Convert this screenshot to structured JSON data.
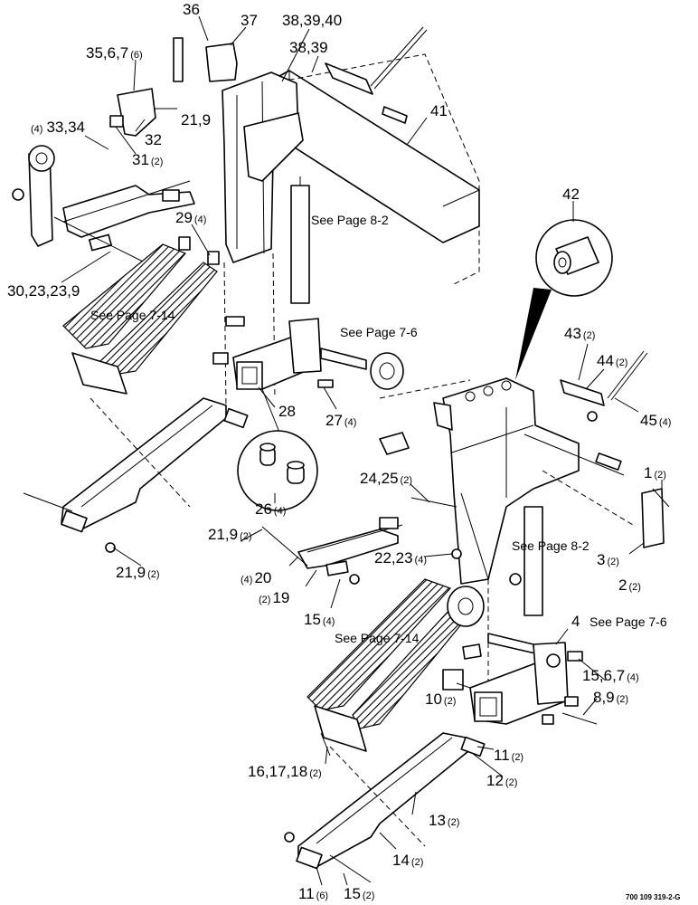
{
  "callouts": [
    {
      "text": "36",
      "qty": ""
    },
    {
      "text": "37",
      "qty": ""
    },
    {
      "text": "38,39,40",
      "qty": ""
    },
    {
      "text": "38,39",
      "qty": ""
    },
    {
      "text": "35,6,7",
      "qty": "(6)"
    },
    {
      "text": "33,34",
      "qty": "(4)"
    },
    {
      "text": "21,9",
      "qty": ""
    },
    {
      "text": "32",
      "qty": ""
    },
    {
      "text": "31",
      "qty": "(2)"
    },
    {
      "text": "41",
      "qty": ""
    },
    {
      "text": "29",
      "qty": "(4)"
    },
    {
      "text": "30,23,23,9",
      "qty": ""
    },
    {
      "text": "42",
      "qty": ""
    },
    {
      "text": "28",
      "qty": ""
    },
    {
      "text": "27",
      "qty": "(4)"
    },
    {
      "text": "26",
      "qty": "(4)"
    },
    {
      "text": "43",
      "qty": "(2)"
    },
    {
      "text": "44",
      "qty": "(2)"
    },
    {
      "text": "45",
      "qty": "(4)"
    },
    {
      "text": "24,25",
      "qty": "(2)"
    },
    {
      "text": "1",
      "qty": "(2)"
    },
    {
      "text": "21,9",
      "qty": "(2)"
    },
    {
      "text": "21,9",
      "qty": "(2)"
    },
    {
      "text": "20",
      "qty": "(4)"
    },
    {
      "text": "19",
      "qty": "(2)"
    },
    {
      "text": "22,23",
      "qty": "(4)"
    },
    {
      "text": "3",
      "qty": "(2)"
    },
    {
      "text": "2",
      "qty": "(2)"
    },
    {
      "text": "15",
      "qty": "(4)"
    },
    {
      "text": "4",
      "qty": ""
    },
    {
      "text": "15,6,7",
      "qty": "(4)"
    },
    {
      "text": "8,9",
      "qty": "(2)"
    },
    {
      "text": "10",
      "qty": "(2)"
    },
    {
      "text": "11",
      "qty": "(2)"
    },
    {
      "text": "12",
      "qty": "(2)"
    },
    {
      "text": "16,17,18",
      "qty": "(2)"
    },
    {
      "text": "13",
      "qty": "(2)"
    },
    {
      "text": "14",
      "qty": "(2)"
    },
    {
      "text": "11",
      "qty": "(6)"
    },
    {
      "text": "15",
      "qty": "(2)"
    }
  ],
  "notes": {
    "see_8_2_a": "See Page 8-2",
    "see_7_14_a": "See Page 7-14",
    "see_7_6_a": "See Page 7-6",
    "see_8_2_b": "See Page 8-2",
    "see_7_6_b": "See Page 7-6",
    "see_7_14_b": "See Page 7-14"
  },
  "drawing_number": "700 109 319-2-G"
}
